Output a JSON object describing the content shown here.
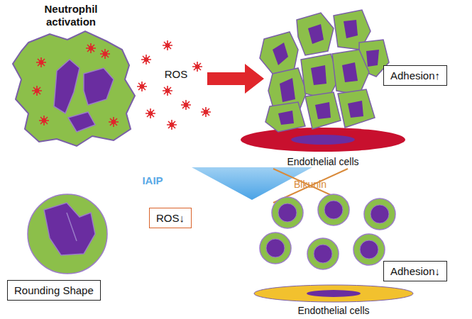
{
  "diagram": {
    "nodes": [
      {
        "text": [
          "Adhesion↑"
        ]
      },
      {
        "text": [
          "ROS↓"
        ]
      },
      {
        "text": [
          "Rounding Shape"
        ]
      },
      {
        "text": [
          "Adhesion↓"
        ]
      }
    ],
    "labels": [
      "Neutrophil activation",
      "ROS",
      "Endothelial cells",
      "IAIP",
      "Bikunin",
      "Endothelial cells"
    ]
  }
}
